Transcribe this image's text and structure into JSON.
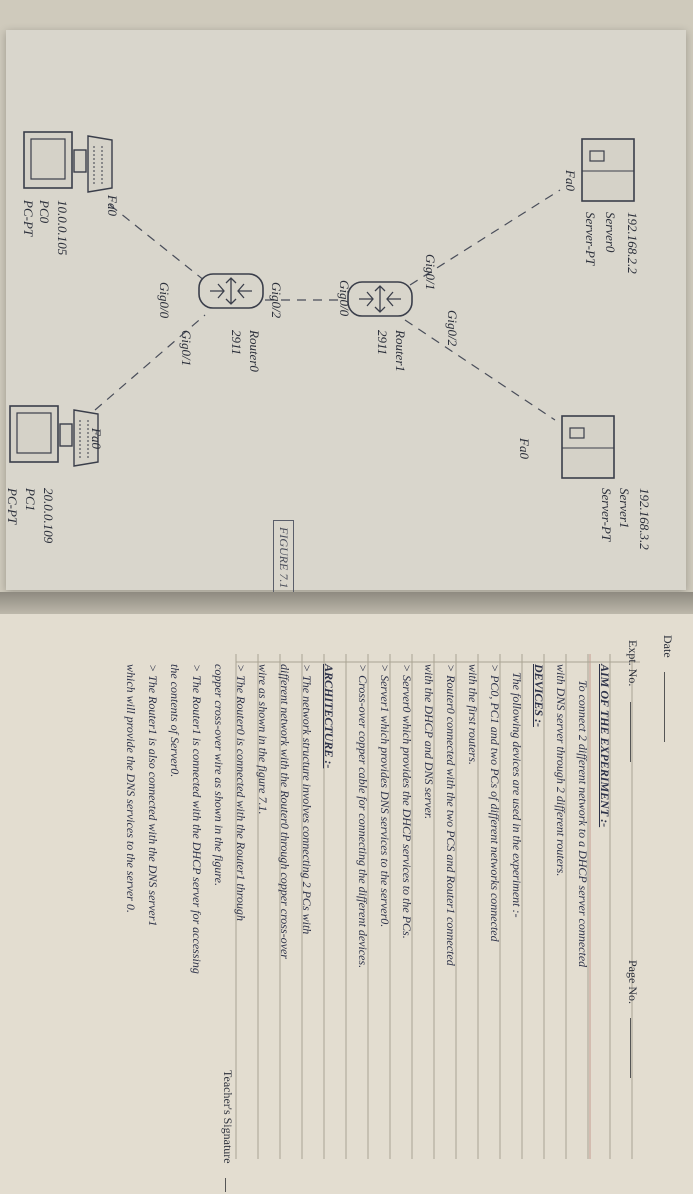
{
  "figure": {
    "devices": {
      "pc0": {
        "type": "PC-PT",
        "name": "PC0",
        "ip": "10.0.0.105",
        "port": "Fa0"
      },
      "pc1": {
        "type": "PC-PT",
        "name": "PC1",
        "ip": "20.0.0.109",
        "port": "Fa0"
      },
      "router0": {
        "model": "2911",
        "name": "Router0",
        "ports": [
          "Gig0/0",
          "Gig0/1",
          "Gig0/2"
        ]
      },
      "router1": {
        "model": "2911",
        "name": "Router1",
        "ports": [
          "Gig0/0",
          "Gig0/1",
          "Gig0/2"
        ]
      },
      "server0": {
        "type": "Server-PT",
        "name": "Server0",
        "ip": "192.168.2.2",
        "port": "Fa0"
      },
      "server1": {
        "type": "Server-PT",
        "name": "Server1",
        "ip": "192.168.3.2",
        "port": "Fa0"
      }
    },
    "caption": "FIGURE 7.1"
  },
  "notebook": {
    "date_label": "Date",
    "expt_label": "Expt. No.",
    "page_label": "Page No.",
    "teacher_signature_label": "Teacher's Signature",
    "lines": [
      "AIM OF THE EXPERIMENT :-",
      "To connect 2 different network to a DHCP server connected",
      "with DNS server through 2 different routers.",
      "DEVICES :-",
      "The following devices are used in the experiment :-",
      "> PC0, PC1 and two PCs of different networks connected",
      "with the first routers.",
      "> Router0 connected with the two PCS and Router1 connected",
      "with the DHCP and DNS server.",
      "> Server0 which provides the DHCP services to the PCs.",
      "> Server1 which provides DNS services to the server0.",
      "> Cross-over copper cable for connecting the different devices.",
      "ARCHITECTURE :-",
      "> The network structure involves connecting 2 PCs with",
      "different network with the Router0 through copper cross-over",
      "wire as shown in the figure 7.1.",
      "> The Router0 is connected with the Router1 through",
      "copper cross-over wire as shown in the figure.",
      "> The Router1 is connected with the DHCP server for accessing",
      "the contents of Server0.",
      "> The Router1 is also connected with the DNS server1",
      "which will provide the DNS services to the server 0."
    ]
  }
}
